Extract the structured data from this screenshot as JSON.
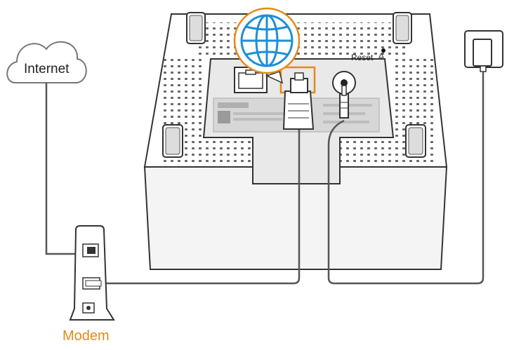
{
  "labels": {
    "internet": "Internet",
    "reset": "Reset",
    "modem": "Modem"
  },
  "colors": {
    "accent": "#e38a1a",
    "globe": "#1e8fd6",
    "cable": "#555555",
    "outline": "#333333"
  },
  "icons": [
    "cloud-icon",
    "globe-icon",
    "power-adapter-icon",
    "ethernet-port-icon",
    "ethernet-plug-icon",
    "dc-power-plug-icon"
  ]
}
